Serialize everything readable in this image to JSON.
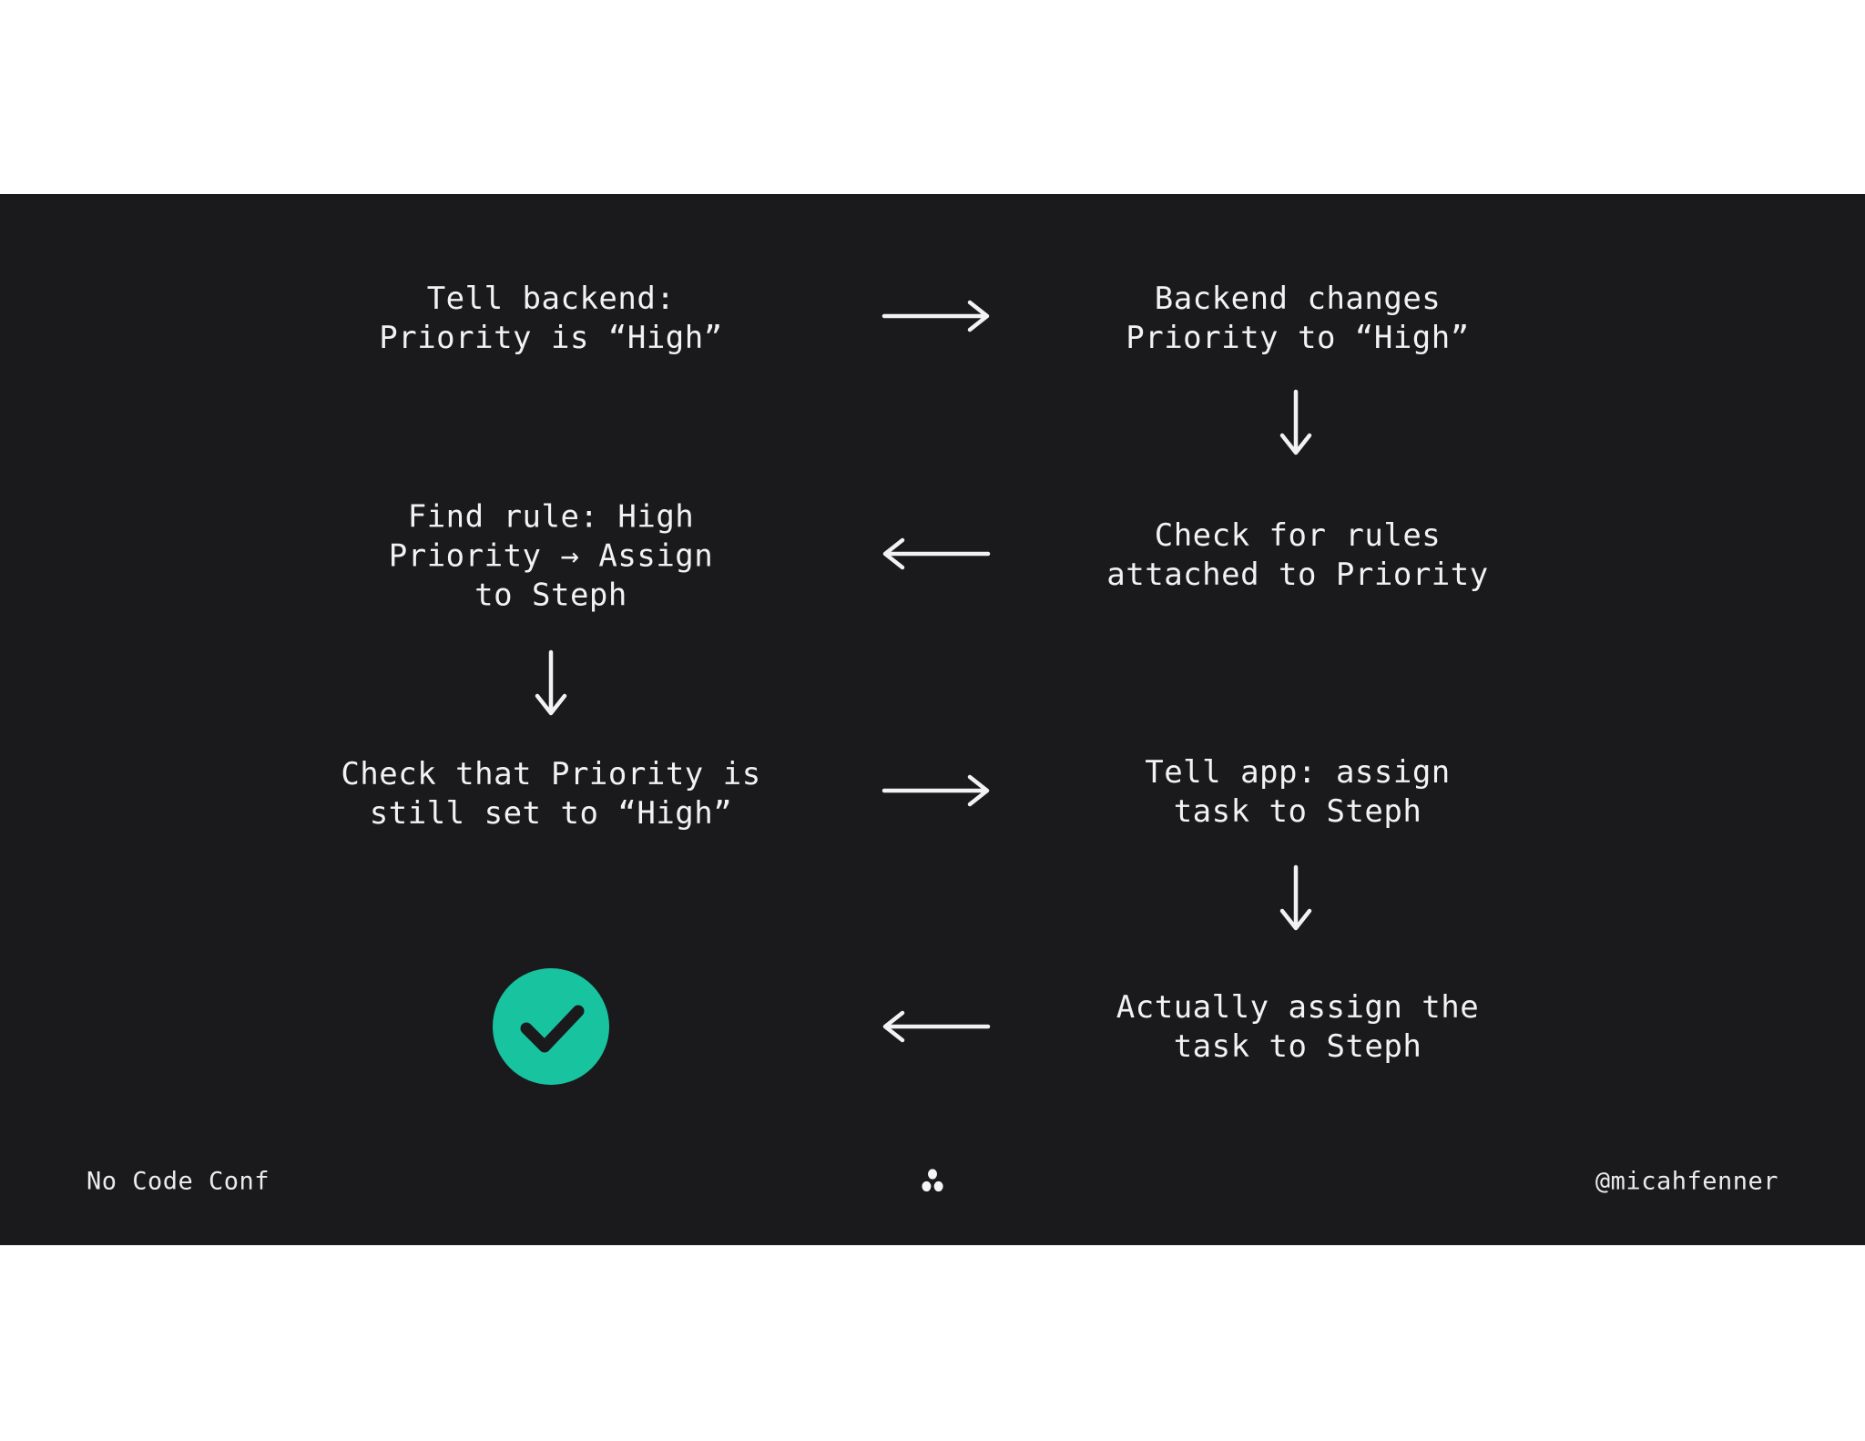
{
  "slide": {
    "colors": {
      "page_background": "#ffffff",
      "slide_background": "#1a1a1c",
      "text": "#f2f2f2",
      "accent_green": "#18c4a0"
    },
    "flow": {
      "tell_backend": "Tell backend:\nPriority is “High”",
      "backend_changes": "Backend changes\nPriority to “High”",
      "find_rule": "Find rule: High\nPriority → Assign\nto Steph",
      "check_rules": "Check for rules\nattached to Priority",
      "check_priority": "Check that Priority is\nstill set to “High”",
      "tell_app": "Tell app: assign\ntask to Steph",
      "actually_assign": "Actually assign the\ntask to Steph"
    },
    "icons": {
      "success": "check-circle-icon",
      "arrows": [
        "arrow-right-icon",
        "arrow-down-icon",
        "arrow-left-icon",
        "arrow-down-icon",
        "arrow-right-icon",
        "arrow-down-icon",
        "arrow-left-icon"
      ],
      "footer_mark": "three-dots-icon"
    },
    "footer": {
      "left": "No Code Conf",
      "right": "@micahfenner"
    }
  }
}
